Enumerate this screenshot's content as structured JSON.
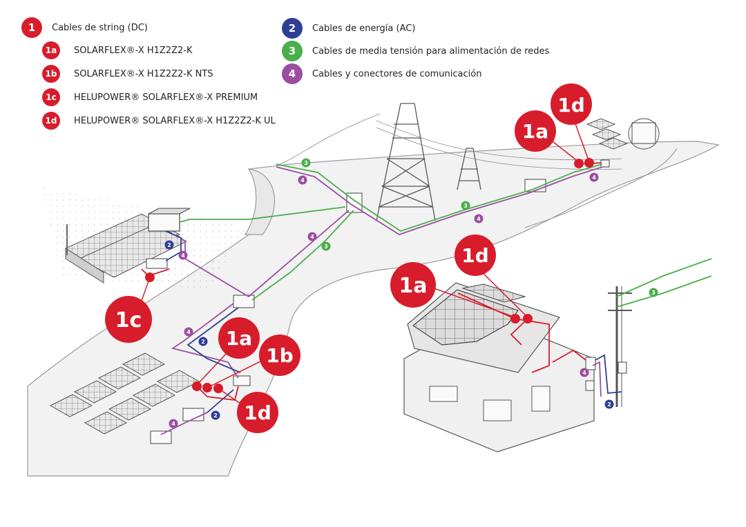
{
  "colors": {
    "red": "#d71d2c",
    "blue": "#2e3f93",
    "green": "#4aae4a",
    "purple": "#9b4e9f",
    "line": "#8a8a8a",
    "fill": "#f2f2f2"
  },
  "legend": {
    "main": [
      {
        "num": "1",
        "label": "Cables de string (DC)",
        "color": "red"
      },
      {
        "num": "2",
        "label": "Cables de energía (AC)",
        "color": "blue"
      },
      {
        "num": "3",
        "label": "Cables de media tensión para alimentación de redes",
        "color": "green"
      },
      {
        "num": "4",
        "label": "Cables y conectores de comunicación",
        "color": "purple"
      }
    ],
    "sub": [
      {
        "num": "1a",
        "label": "SOLARFLEX®-X H1Z2Z2-K"
      },
      {
        "num": "1b",
        "label": "SOLARFLEX®-X H1Z2Z2-K NTS"
      },
      {
        "num": "1c",
        "label": "HELUPOWER® SOLARFLEX®-X PREMIUM"
      },
      {
        "num": "1d",
        "label": "HELUPOWER® SOLARFLEX®-X H1Z2Z2-K UL"
      }
    ]
  },
  "diagram": {
    "callouts": {
      "c1d_top": "1d",
      "c1a_top": "1a",
      "c1d_house": "1d",
      "c1a_house": "1a",
      "c1c": "1c",
      "c1a_left": "1a",
      "c1b_left": "1b",
      "c1d_left": "1d"
    },
    "markers": {
      "g3_a": "3",
      "g3_b": "3",
      "g3_c": "3",
      "g3_d": "3",
      "p4_a": "4",
      "p4_b": "4",
      "p4_c": "4",
      "p4_d": "4",
      "p4_e": "4",
      "p4_f": "4",
      "p4_g": "4",
      "p4_h": "4",
      "b2_a": "2",
      "b2_b": "2",
      "b2_c": "2",
      "b2_d": "2"
    }
  }
}
